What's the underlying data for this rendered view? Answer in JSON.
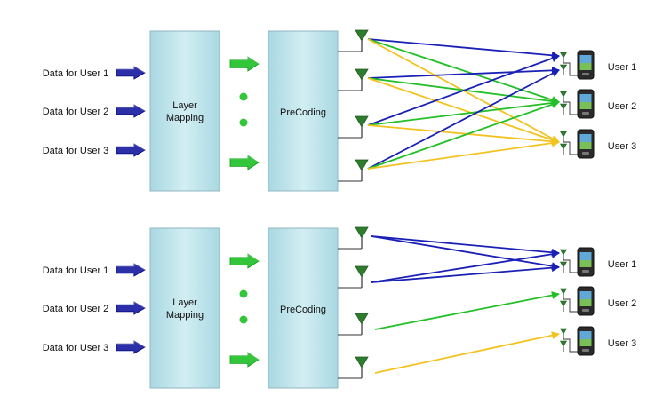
{
  "diagrams": [
    {
      "inputs": [
        "Data for User 1",
        "Data for User 2",
        "Data for User 3"
      ],
      "layer_mapping_label": "Layer\nMapping",
      "precoding_label": "PreCoding",
      "users": [
        "User 1",
        "User 2",
        "User 3"
      ]
    },
    {
      "inputs": [
        "Data for User 1",
        "Data for User 2",
        "Data for User 3"
      ],
      "layer_mapping_label": "Layer\nMapping",
      "precoding_label": "PreCoding",
      "users": [
        "User 1",
        "User 2",
        "User 3"
      ]
    }
  ],
  "colors": {
    "input_arrow": "#2B2FA8",
    "layer_arrow": "#33C53A",
    "box_fill": "#BFE2EA",
    "box_stroke": "#8FB7C2",
    "antenna": "#2E7D2E",
    "link_user1": "#1A20B5",
    "link_user2": "#22C026",
    "link_user3": "#F2C21E"
  },
  "links": {
    "full_mesh": true,
    "one_to_one_bottom": true
  }
}
